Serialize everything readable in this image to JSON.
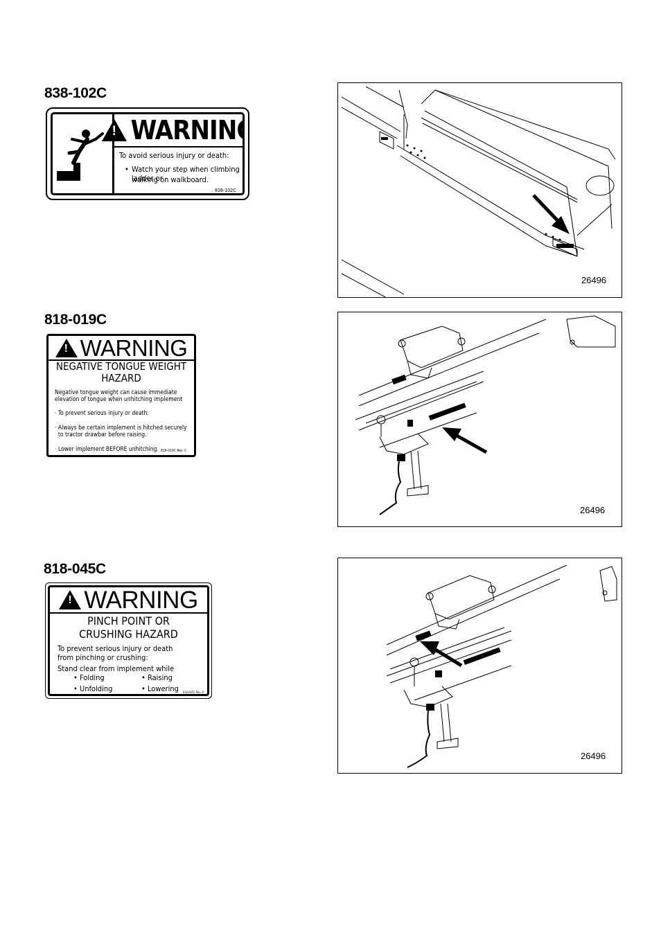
{
  "decals": [
    {
      "part_number": "838-102C",
      "signal_word": "WARNING",
      "lines": [
        "To avoid serious injury or death:"
      ],
      "bullets": [
        "Watch your step when climbing ladder or",
        "walking on walkboard."
      ],
      "code": "838-102C",
      "pictogram": "person-falling-on-step-icon"
    },
    {
      "part_number": "818-019C",
      "signal_word": "WARNING",
      "heading": [
        "NEGATIVE TONGUE WEIGHT",
        "HAZARD"
      ],
      "body": [
        "Negative tongue weight can cause immediate",
        "elevation of tongue when unhitching implement",
        "· To prevent serious injury or death:",
        "· Always be certain implement is hitched securely",
        "  to tractor drawbar before raising.",
        "· Lower implement BEFORE unhitching."
      ],
      "code": "818-019C Rev. C"
    },
    {
      "part_number": "818-045C",
      "signal_word": "WARNING",
      "heading": [
        "PINCH POINT OR",
        "CRUSHING HAZARD"
      ],
      "body": [
        "To prevent serious injury or death",
        "from pinching or crushing:",
        "Stand clear from implement while"
      ],
      "bullets_left": [
        "• Folding",
        "• Unfolding"
      ],
      "bullets_right": [
        "• Raising",
        "• Lowering"
      ],
      "code": "818-045C Rev. B"
    }
  ],
  "figures": [
    {
      "label": "26496"
    },
    {
      "label": "26496"
    },
    {
      "label": "26496"
    }
  ]
}
